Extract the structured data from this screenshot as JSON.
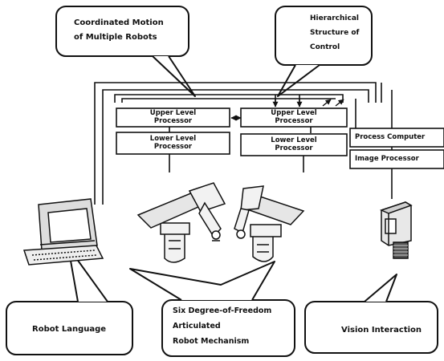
{
  "callouts": {
    "coordinated_line1": "Coordinated Motion",
    "coordinated_line2": "of Multiple Robots",
    "hierarchical_line1": "Hierarchical",
    "hierarchical_line2": "Structure of",
    "hierarchical_line3": "Control",
    "robot_language": "Robot Language",
    "six_dof_line1": "Six Degree-of-Freedom",
    "six_dof_line2": "Articulated",
    "six_dof_line3": "Robot Mechanism",
    "vision_interaction": "Vision Interaction"
  },
  "processors": {
    "upper_left_line1": "Upper Level",
    "upper_left_line2": "Processor",
    "lower_left_line1": "Lower Level",
    "lower_left_line2": "Processor",
    "upper_right_line1": "Upper Level",
    "upper_right_line2": "Processor",
    "lower_right_line1": "Lower Level",
    "lower_right_line2": "Processor",
    "process_computer": "Process Computer",
    "image_processor": "Image Processor"
  },
  "icons": {
    "terminal": "computer-terminal-icon",
    "robot_left": "robot-arm-icon",
    "robot_right": "robot-arm-icon",
    "camera": "camera-icon"
  }
}
